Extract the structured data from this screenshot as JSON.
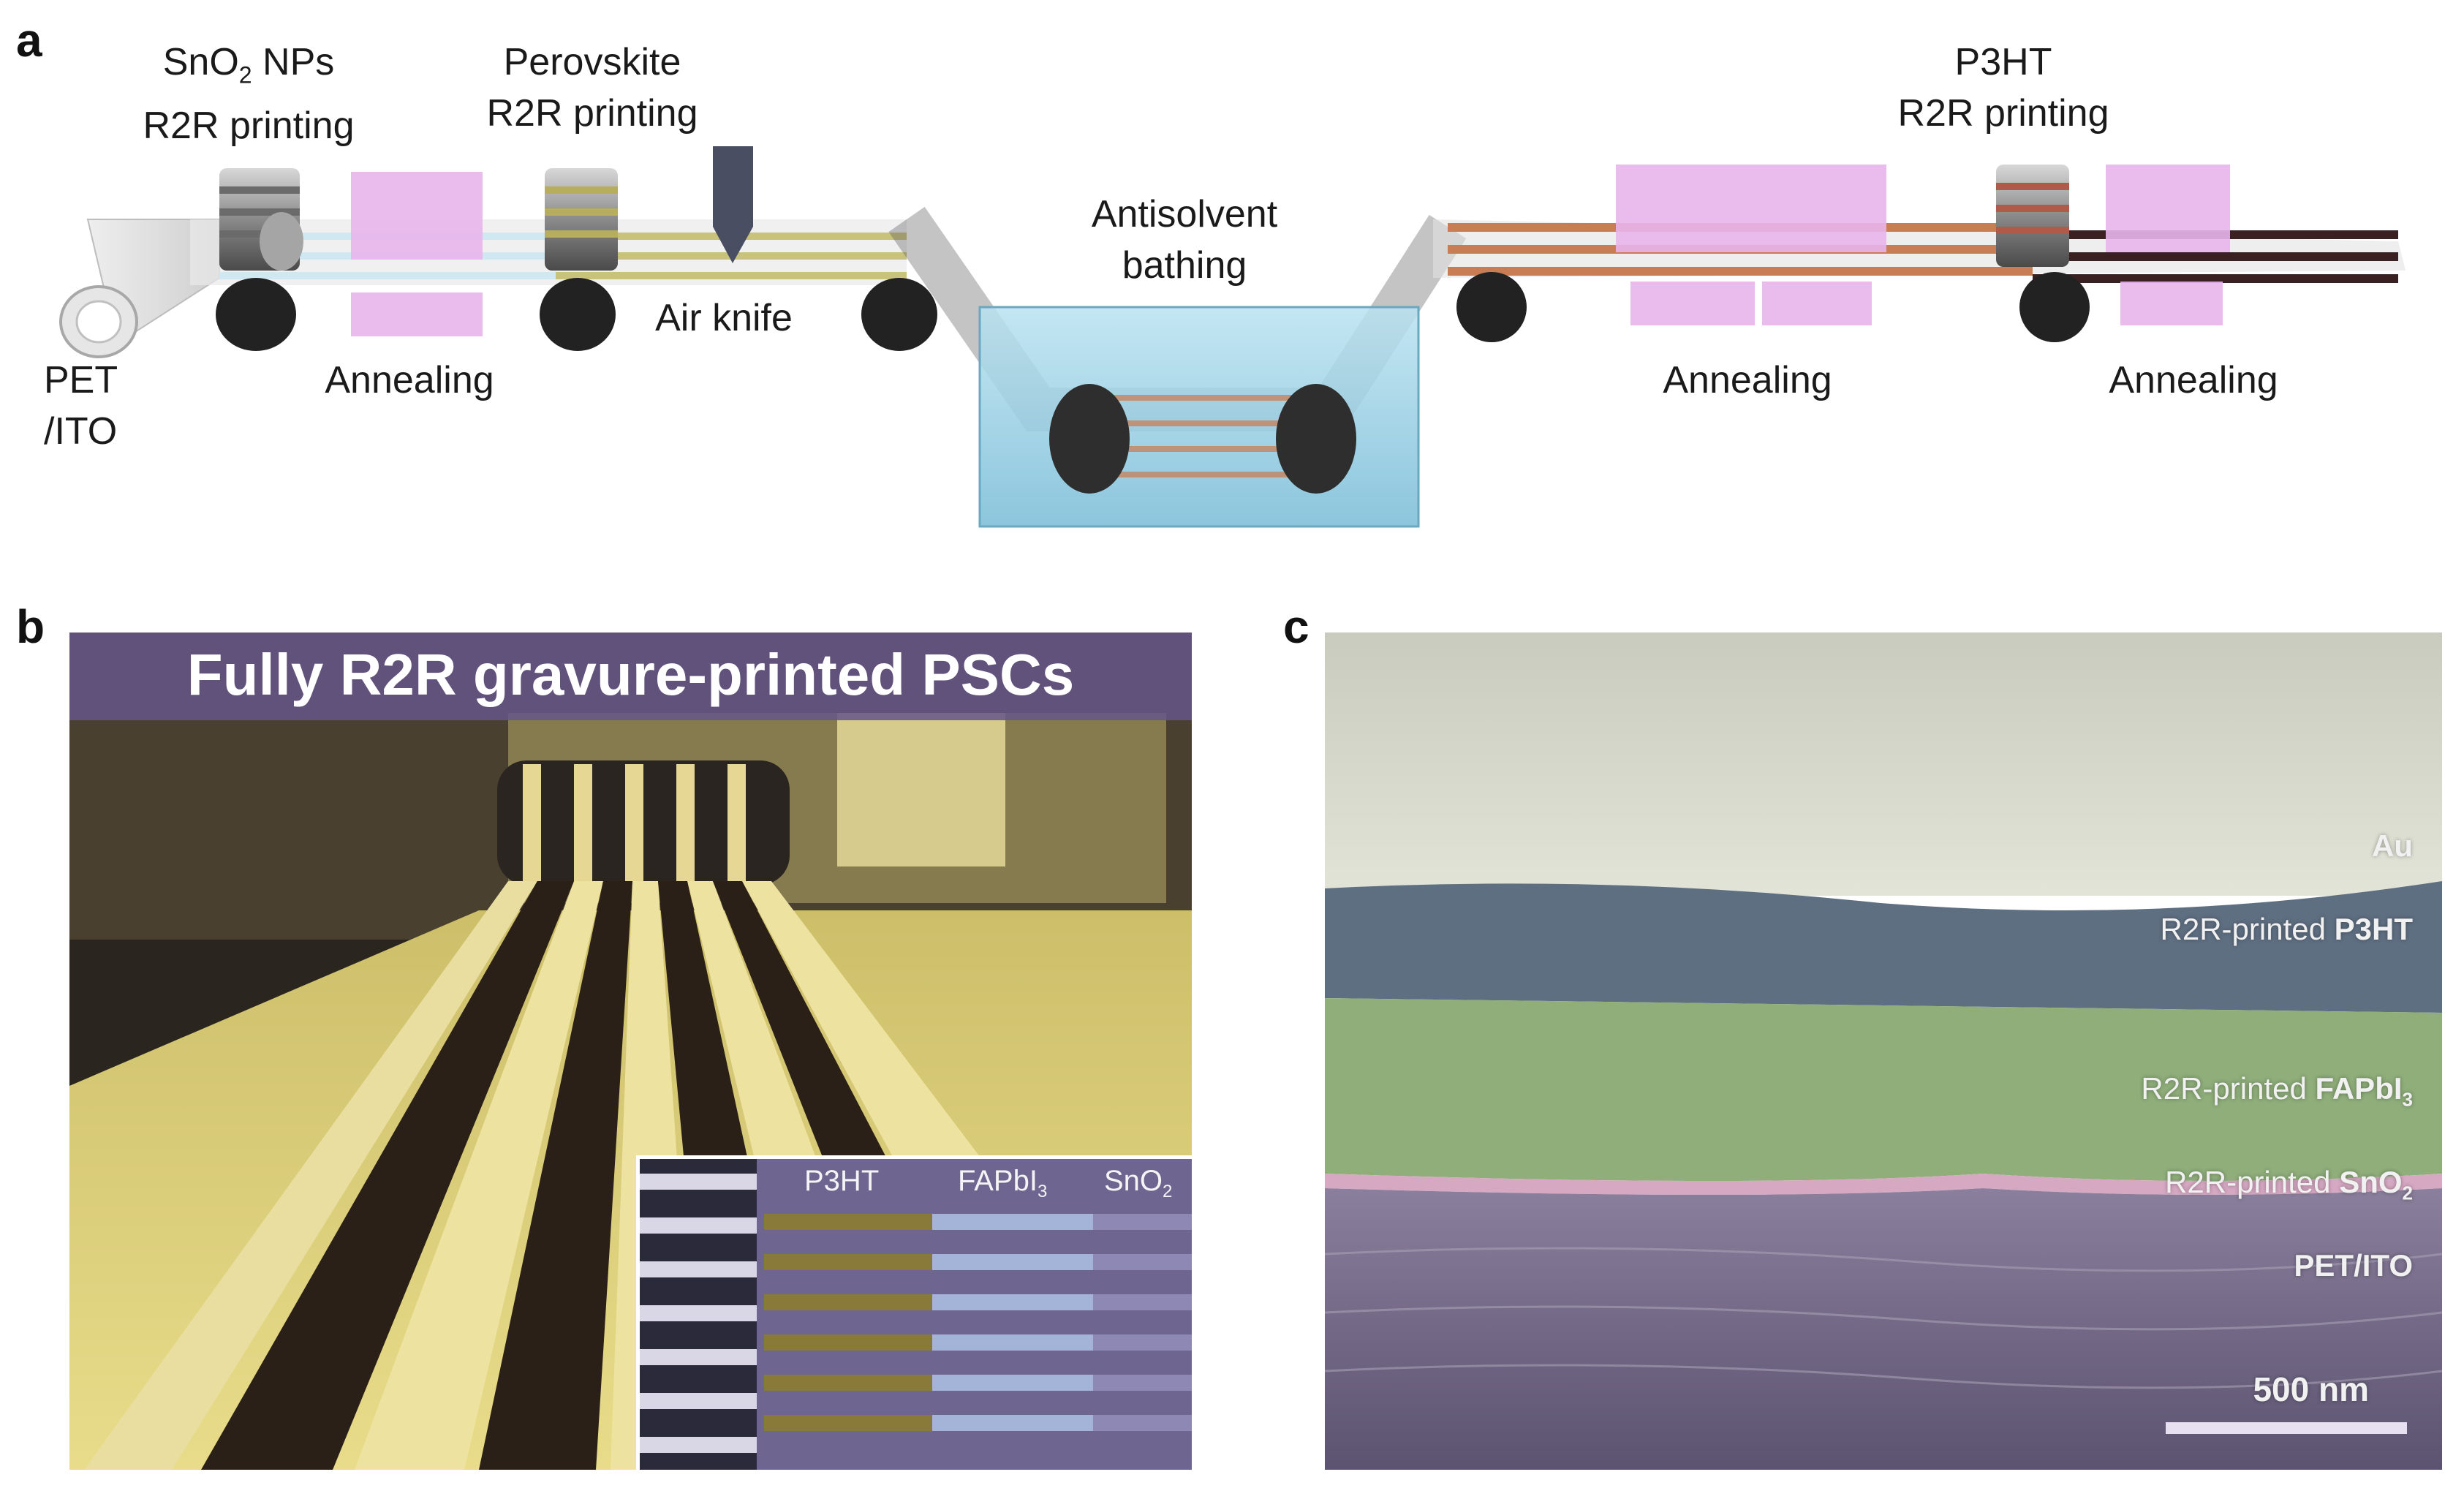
{
  "panels": {
    "a": {
      "letter": "a",
      "labels": {
        "sno2_line1": "SnO",
        "sno2_sub": "2",
        "sno2_line1_rest": " NPs",
        "sno2_line2": "R2R printing",
        "perovskite_line1": "Perovskite",
        "perovskite_line2": "R2R printing",
        "p3ht_line1": "P3HT",
        "p3ht_line2": "R2R printing",
        "antisolvent_line1": "Antisolvent",
        "antisolvent_line2": "bathing",
        "air_knife": "Air knife",
        "pet_line1": "PET",
        "pet_line2": "/ITO",
        "annealing_1": "Annealing",
        "annealing_2": "Annealing",
        "annealing_3": "Annealing"
      }
    },
    "b": {
      "letter": "b",
      "title": "Fully R2R gravure-printed PSCs",
      "inset": {
        "p3ht": "P3HT",
        "fapbi_main": "FAPbI",
        "fapbi_sub": "3",
        "sno_main": "SnO",
        "sno_sub": "2"
      }
    },
    "c": {
      "letter": "c",
      "layers": {
        "au": "Au",
        "p3ht_prefix": "R2R-printed ",
        "p3ht_bold": "P3HT",
        "fapbi_prefix": "R2R-printed ",
        "fapbi_bold": "FAPbI",
        "fapbi_sub": "3",
        "sno_prefix": "R2R-printed ",
        "sno_bold": "SnO",
        "sno_sub": "2",
        "petito": "PET/ITO"
      },
      "scale_bar": "500 nm"
    }
  },
  "colors": {
    "annealing_pink": "#e8b5ec",
    "bath_blue": "#9cd3e8",
    "perovskite_olive": "#c8c27a",
    "p3ht_copper": "#c97d55",
    "roller_dark": "#2a2a2a",
    "roller_grey": "#9a9a9a",
    "sem_au": "#d9dccd",
    "sem_p3ht": "#5f6f82",
    "sem_fapbi": "#8fae7a",
    "sem_sno2": "#d6a8c2",
    "sem_petito": "#7b6d8e",
    "photo_yellow": "#c9b860",
    "photo_banner": "#6f5d8e"
  }
}
